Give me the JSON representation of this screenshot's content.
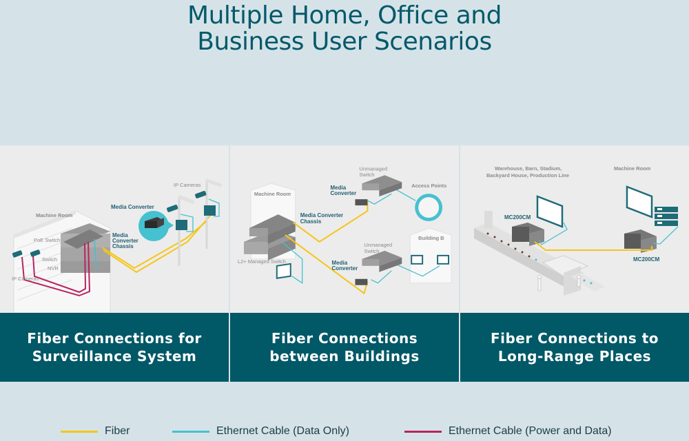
{
  "title": {
    "line1": "Multiple Home, Office and",
    "line2": "Business User Scenarios"
  },
  "colors": {
    "title": "#04596a",
    "caption_bg": "#015867",
    "fiber": "#f5c518",
    "ethernet_data": "#45c1d0",
    "ethernet_power": "#b8235f",
    "device_teal": "#1f6b78"
  },
  "panels": [
    {
      "caption_line1": "Fiber Connections for",
      "caption_line2": "Surveillance System",
      "labels": {
        "machine_room": "Machine Room",
        "poe_switch": "PoE Switch",
        "switch": "Switch",
        "nvr": "NVR",
        "ip_cameras_left": "IP Cameras",
        "ip_cameras_right": "IP Cameras",
        "media_converter": "Media Converter",
        "chassis_1": "Media",
        "chassis_2": "Converter",
        "chassis_3": "Chassis"
      }
    },
    {
      "caption_line1": "Fiber Connections",
      "caption_line2": "between Buildings",
      "labels": {
        "machine_room": "Machine Room",
        "chassis_1": "Media Converter",
        "chassis_2": "Chassis",
        "l2_switch": "L2+ Managed Switch",
        "unmanaged_top_1": "Unmanaged",
        "unmanaged_top_2": "Switch",
        "mc_top_1": "Media",
        "mc_top_2": "Converter",
        "access_points": "Access Points",
        "unmanaged_bottom_1": "Unmanaged",
        "unmanaged_bottom_2": "Switch",
        "mc_bottom_1": "Media",
        "mc_bottom_2": "Converter",
        "building_b": "Building B"
      }
    },
    {
      "caption_line1": "Fiber Connections to",
      "caption_line2": "Long-Range Places",
      "labels": {
        "places_1": "Warehouse, Barn, Stadium,",
        "places_2": "Backyard House, Production Line",
        "machine_room": "Machine Room",
        "mc_left": "MC200CM",
        "mc_right": "MC200CM"
      }
    }
  ],
  "legend": [
    {
      "label": "Fiber",
      "icon": "fiber-line"
    },
    {
      "label": "Ethernet Cable (Data Only)",
      "icon": "ethernet-data-line"
    },
    {
      "label": "Ethernet Cable (Power and Data)",
      "icon": "ethernet-power-line"
    }
  ]
}
